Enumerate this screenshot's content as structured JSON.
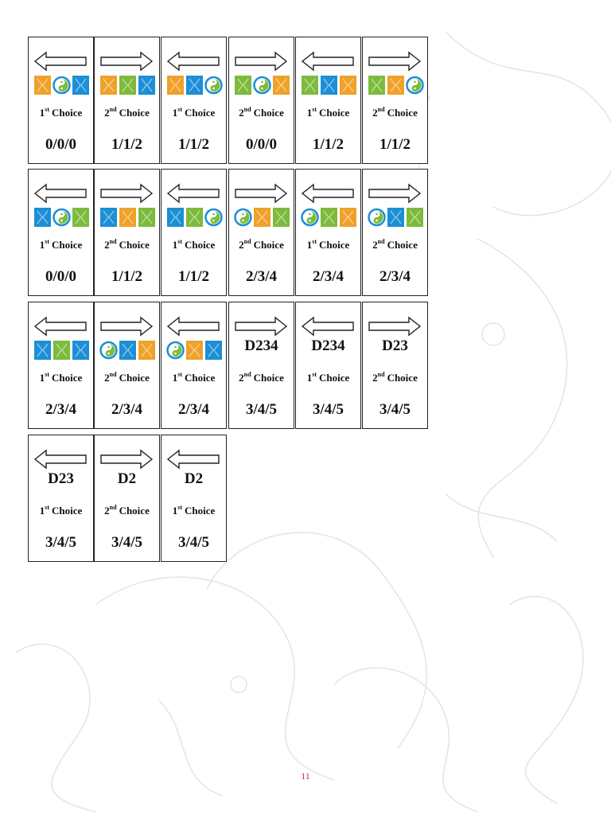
{
  "colors": {
    "orange": "#f0a12a",
    "green": "#7dbb3c",
    "blue": "#1c8fd6",
    "yin_yang_ring": "#1c8fd6"
  },
  "cards": [
    {
      "arrow": "left",
      "squares": [
        "orange",
        "yin-yang",
        "blue"
      ],
      "ord": "1",
      "sup": "st",
      "choice": "Choice",
      "score": "0/0/0"
    },
    {
      "arrow": "right",
      "squares": [
        "orange",
        "green",
        "blue"
      ],
      "ord": "2",
      "sup": "nd",
      "choice": "Choice",
      "score": "1/1/2"
    },
    {
      "arrow": "left",
      "squares": [
        "orange",
        "blue",
        "yin-yang"
      ],
      "ord": "1",
      "sup": "st",
      "choice": "Choice",
      "score": "1/1/2"
    },
    {
      "arrow": "right",
      "squares": [
        "green",
        "yin-yang",
        "orange"
      ],
      "ord": "2",
      "sup": "nd",
      "choice": "Choice",
      "score": "0/0/0"
    },
    {
      "arrow": "left",
      "squares": [
        "green",
        "blue",
        "orange"
      ],
      "ord": "1",
      "sup": "st",
      "choice": "Choice",
      "score": "1/1/2"
    },
    {
      "arrow": "right",
      "squares": [
        "green",
        "orange",
        "yin-yang"
      ],
      "ord": "2",
      "sup": "nd",
      "choice": "Choice",
      "score": "1/1/2"
    },
    {
      "arrow": "left",
      "squares": [
        "blue",
        "yin-yang",
        "green"
      ],
      "ord": "1",
      "sup": "st",
      "choice": "Choice",
      "score": "0/0/0"
    },
    {
      "arrow": "right",
      "squares": [
        "blue",
        "orange",
        "green"
      ],
      "ord": "2",
      "sup": "nd",
      "choice": "Choice",
      "score": "1/1/2"
    },
    {
      "arrow": "left",
      "squares": [
        "blue",
        "green",
        "yin-yang"
      ],
      "ord": "1",
      "sup": "st",
      "choice": "Choice",
      "score": "1/1/2"
    },
    {
      "arrow": "right",
      "squares": [
        "yin-yang",
        "orange",
        "green"
      ],
      "ord": "2",
      "sup": "nd",
      "choice": "Choice",
      "score": "2/3/4"
    },
    {
      "arrow": "left",
      "squares": [
        "yin-yang",
        "green",
        "orange"
      ],
      "ord": "1",
      "sup": "st",
      "choice": "Choice",
      "score": "2/3/4"
    },
    {
      "arrow": "right",
      "squares": [
        "yin-yang",
        "blue",
        "green"
      ],
      "ord": "2",
      "sup": "nd",
      "choice": "Choice",
      "score": "2/3/4"
    },
    {
      "arrow": "left",
      "squares": [
        "blue",
        "green",
        "blue"
      ],
      "ord": "1",
      "sup": "st",
      "choice": "Choice",
      "score": "2/3/4"
    },
    {
      "arrow": "right",
      "squares": [
        "yin-yang",
        "blue",
        "orange"
      ],
      "ord": "2",
      "sup": "nd",
      "choice": "Choice",
      "score": "2/3/4"
    },
    {
      "arrow": "left",
      "squares": [
        "yin-yang",
        "orange",
        "blue"
      ],
      "ord": "1",
      "sup": "st",
      "choice": "Choice",
      "score": "2/3/4"
    },
    {
      "arrow": "right",
      "code": "D234",
      "ord": "2",
      "sup": "nd",
      "choice": "Choice",
      "score": "3/4/5"
    },
    {
      "arrow": "left",
      "code": "D234",
      "ord": "1",
      "sup": "st",
      "choice": "Choice",
      "score": "3/4/5"
    },
    {
      "arrow": "right",
      "code": "D23",
      "ord": "2",
      "sup": "nd",
      "choice": "Choice",
      "score": "3/4/5"
    },
    {
      "arrow": "left",
      "code": "D23",
      "ord": "1",
      "sup": "st",
      "choice": "Choice",
      "score": "3/4/5"
    },
    {
      "arrow": "right",
      "code": "D2",
      "ord": "2",
      "sup": "nd",
      "choice": "Choice",
      "score": "3/4/5"
    },
    {
      "arrow": "left",
      "code": "D2",
      "ord": "1",
      "sup": "st",
      "choice": "Choice",
      "score": "3/4/5"
    }
  ],
  "page_number": "11"
}
